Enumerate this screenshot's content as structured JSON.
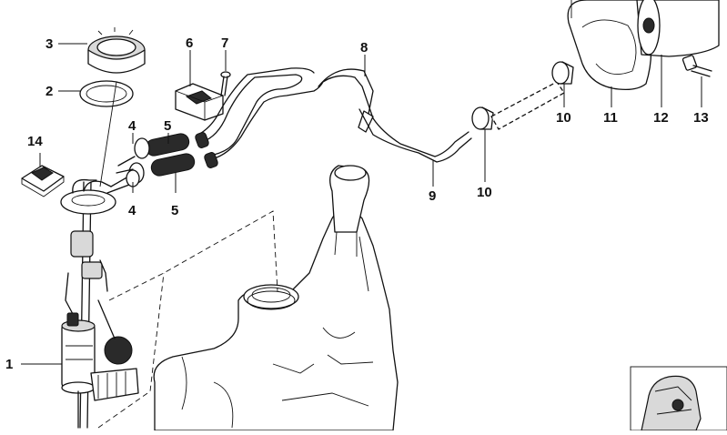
{
  "labels": {
    "l1": "1",
    "l2": "2",
    "l3": "3",
    "l4a": "4",
    "l4b": "4",
    "l5a": "5",
    "l5b": "5",
    "l6": "6",
    "l7": "7",
    "l8": "8",
    "l9": "9",
    "l10a": "10",
    "l10b": "10",
    "l11": "11",
    "l12": "12",
    "l13": "13",
    "l14": "14"
  }
}
